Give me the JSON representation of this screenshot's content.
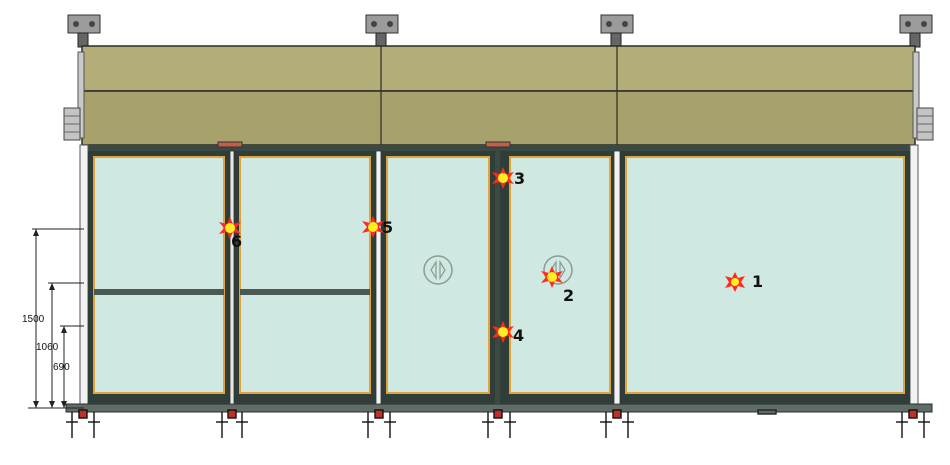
{
  "colors": {
    "header": "#b3ad77",
    "header_lower": "#a7a16c",
    "frame": "#2f3e38",
    "glass": "#cfe9e2",
    "glass_edge": "#e0a43a",
    "marker": "#ff2a1a",
    "marker_core": "#ffee22",
    "bracket": "#8a8a8a"
  },
  "dimensions": {
    "d1500": "1500",
    "d1060": "1060",
    "d690": "690"
  },
  "markers": [
    {
      "id": "1",
      "label": "1"
    },
    {
      "id": "2",
      "label": "2"
    },
    {
      "id": "3",
      "label": "3"
    },
    {
      "id": "4",
      "label": "4"
    },
    {
      "id": "5",
      "label": "5"
    },
    {
      "id": "6",
      "label": "6"
    }
  ],
  "icons": {
    "sliding_symbol": "sliding-door-symbol-icon",
    "marker": "starburst-marker-icon",
    "bracket": "mounting-bracket-icon",
    "anchor": "anchor-bolt-icon"
  }
}
